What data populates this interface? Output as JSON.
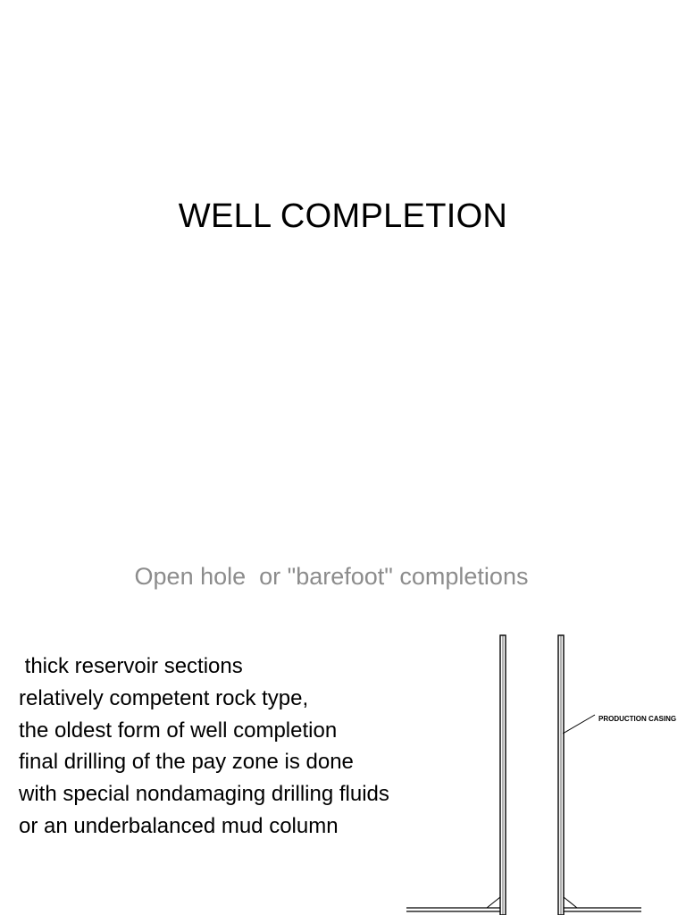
{
  "title": "WELL COMPLETION",
  "subtitle": "Open hole  or \"barefoot\" completions",
  "bullets": [
    " thick reservoir sections",
    "relatively competent rock type,",
    "the oldest form of well completion",
    "final drilling of the pay zone is done",
    "with special nondamaging drilling fluids",
    "or an underbalanced mud column"
  ],
  "diagram": {
    "label": "PRODUCTION CASING"
  }
}
